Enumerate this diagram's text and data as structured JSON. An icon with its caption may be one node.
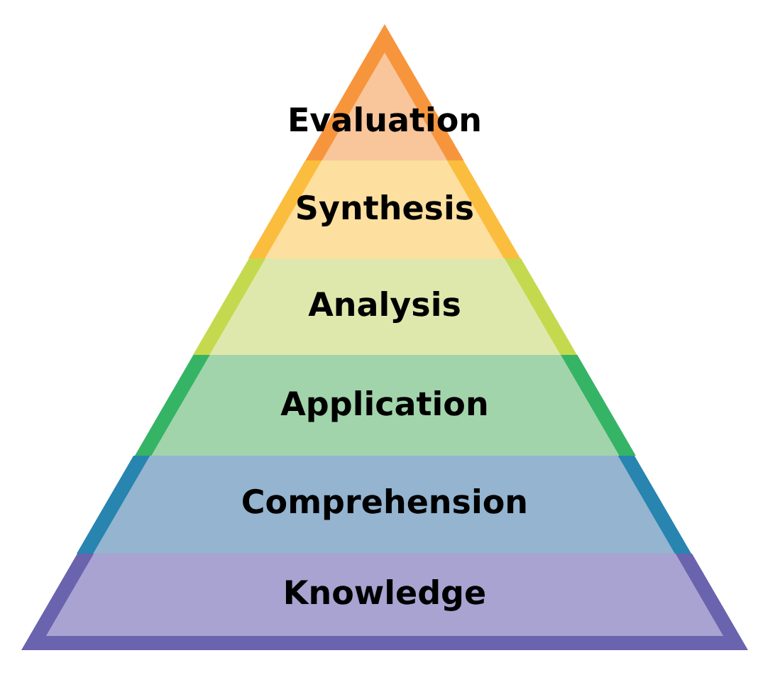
{
  "diagram": {
    "nodes": [
      {
        "text": [
          "Evaluation"
        ]
      },
      {
        "text": [
          "Synthesis"
        ]
      },
      {
        "text": [
          "Analysis"
        ]
      },
      {
        "text": [
          "Application"
        ]
      },
      {
        "text": [
          "Comprehension"
        ]
      },
      {
        "text": [
          "Knowledge"
        ]
      }
    ]
  }
}
